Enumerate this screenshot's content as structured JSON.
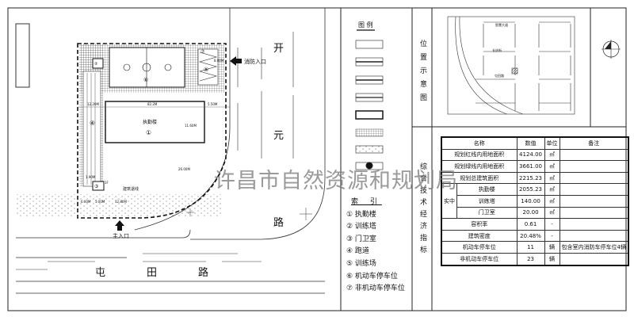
{
  "roads": {
    "kaiyuan": [
      "开",
      "元",
      "路"
    ],
    "tuntian": [
      "屯",
      "田",
      "路"
    ]
  },
  "entrances": {
    "fire": "消防入口",
    "main": "主入口"
  },
  "site": {
    "office_label": "执勤楼",
    "office_no": "①",
    "court_no": "⑥",
    "track_no": "④",
    "gate_no": "③",
    "gate_floors": "1F",
    "tower_no": "②",
    "parking_no": "⑤",
    "bike_no": "⑦",
    "red_line_label": "建筑退线",
    "dims": [
      "12.20M",
      "82.2M",
      "5.50M",
      "11.60M",
      "6.00M",
      "5.00M",
      "12.80M",
      "8.00M",
      "1.90M",
      "26.00M"
    ]
  },
  "legend": {
    "title": "图  例"
  },
  "index": {
    "title": "索  引",
    "items": [
      "① 执勤楼",
      "② 训练塔",
      "③ 门卫室",
      "④ 跑道",
      "⑤ 训练场",
      "⑥ 机动车停车位",
      "⑦ 非机动车停车位"
    ]
  },
  "location": {
    "title": "位置示意图",
    "map_labels": [
      "智慧大道",
      "长庆街",
      "屯田路"
    ]
  },
  "tech": {
    "title": "综合技术经济指标"
  },
  "table": {
    "headers": [
      "名称",
      "数值",
      "单位",
      "备注"
    ],
    "rows": [
      {
        "name": "规划红线内用地面积",
        "value": "4124.00",
        "unit": "㎡",
        "note": ""
      },
      {
        "name": "规划绿线内用地面积",
        "value": "3661.00",
        "unit": "㎡",
        "note": ""
      },
      {
        "name": "规划总建筑面积",
        "value": "2215.23",
        "unit": "㎡",
        "note": ""
      }
    ],
    "sub_group": "实中",
    "sub_rows": [
      {
        "name": "执勤楼",
        "value": "2055.23",
        "unit": "㎡",
        "note": ""
      },
      {
        "name": "训练塔",
        "value": "140.00",
        "unit": "㎡",
        "note": ""
      },
      {
        "name": "门卫室",
        "value": "20.00",
        "unit": "㎡",
        "note": ""
      }
    ],
    "rows2": [
      {
        "name": "容积率",
        "value": "0.61",
        "unit": "-",
        "note": ""
      },
      {
        "name": "建筑密度",
        "value": "20.48%",
        "unit": "-",
        "note": ""
      },
      {
        "name": "机动车停车位",
        "value": "11",
        "unit": "辆",
        "note": "包含室内消防车停车位4辆"
      },
      {
        "name": "非机动车停车位",
        "value": "23",
        "unit": "辆",
        "note": ""
      }
    ]
  },
  "watermark": "许昌市自然资源和规划局"
}
